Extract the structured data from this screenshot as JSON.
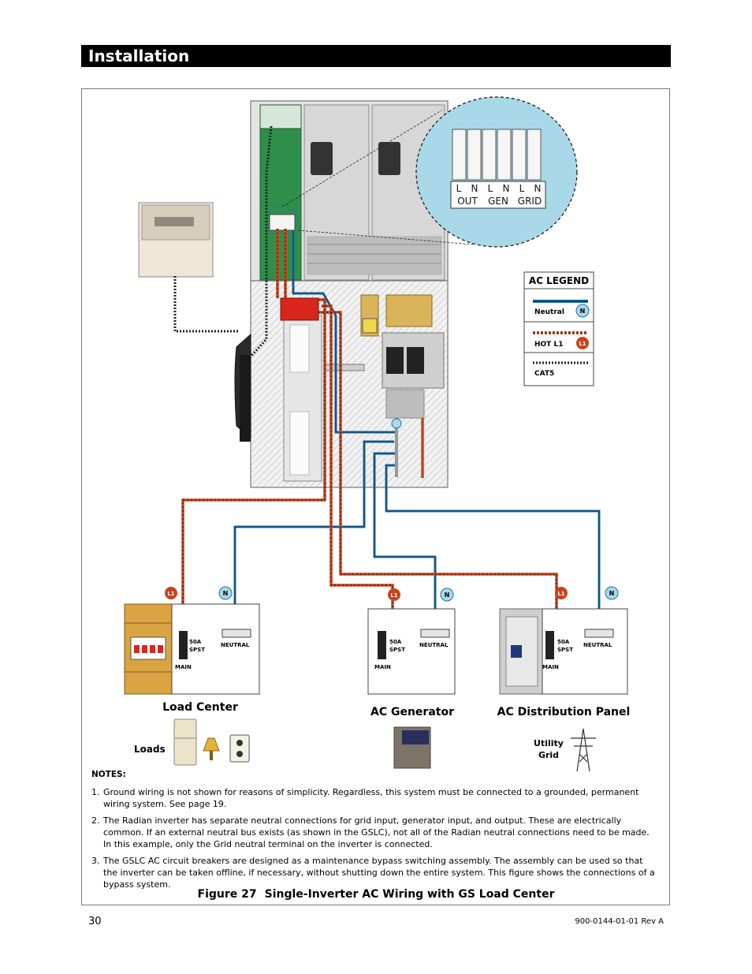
{
  "header": {
    "title": "Installation"
  },
  "diagram": {
    "terminals": [
      "L",
      "N",
      "L",
      "N",
      "L",
      "N"
    ],
    "terminal_groups": [
      "OUT",
      "GEN",
      "GRID"
    ],
    "legend": {
      "title": "AC LEGEND",
      "neutral_label": "Neutral",
      "neutral_badge": "N",
      "hot_label": "HOT L1",
      "hot_badge": "L1",
      "cat5_label": "CAT5"
    },
    "panels": [
      {
        "breaker_amps": "50A",
        "breaker_type": "SPST",
        "main_label": "MAIN",
        "neutral_label": "NEUTRAL",
        "hot_badge": "L1",
        "neutral_badge": "N"
      },
      {
        "breaker_amps": "50A",
        "breaker_type": "SPST",
        "main_label": "MAIN",
        "neutral_label": "NEUTRAL",
        "hot_badge": "L1",
        "neutral_badge": "N"
      },
      {
        "breaker_amps": "50A",
        "breaker_type": "SPST",
        "main_label": "MAIN",
        "neutral_label": "NEUTRAL",
        "hot_badge": "L1",
        "neutral_badge": "N"
      }
    ],
    "load_center_label": "Load Center",
    "ac_generator_label": "AC Generator",
    "ac_distribution_label": "AC Distribution Panel",
    "loads_label": "Loads",
    "utility_label_line1": "Utility",
    "utility_label_line2": "Grid",
    "colors": {
      "neutral": "#1f6fa8",
      "hot": "#c8431b",
      "cat5": "#222222",
      "bubble": "#a9d8e8",
      "board_green": "#2e8f4a"
    }
  },
  "notes": {
    "heading": "NOTES:",
    "items": [
      {
        "number": "1.",
        "text": "Ground wiring is not shown for reasons of simplicity.  Regardless, this system must be connected to a grounded, permanent wiring system.  See page 19."
      },
      {
        "number": "2.",
        "text": "The Radian inverter has separate neutral connections for grid input, generator input, and output.  These are electrically common.  If an external neutral bus exists (as shown in the GSLC), not all of the Radian neutral connections need to be made.  In this example, only the Grid neutral terminal on the inverter is connected."
      },
      {
        "number": "3.",
        "text": "The GSLC AC circuit breakers are designed as a maintenance bypass switching assembly.  The assembly can be used so that the inverter can be taken offline, if necessary, without shutting down the entire system.  This figure shows the connections of a bypass system."
      }
    ]
  },
  "caption": {
    "figure_number": "Figure 27",
    "title": "Single-Inverter AC Wiring with GS Load Center"
  },
  "footer": {
    "page_number": "30",
    "doc_number": "900-0144-01-01 Rev A"
  }
}
